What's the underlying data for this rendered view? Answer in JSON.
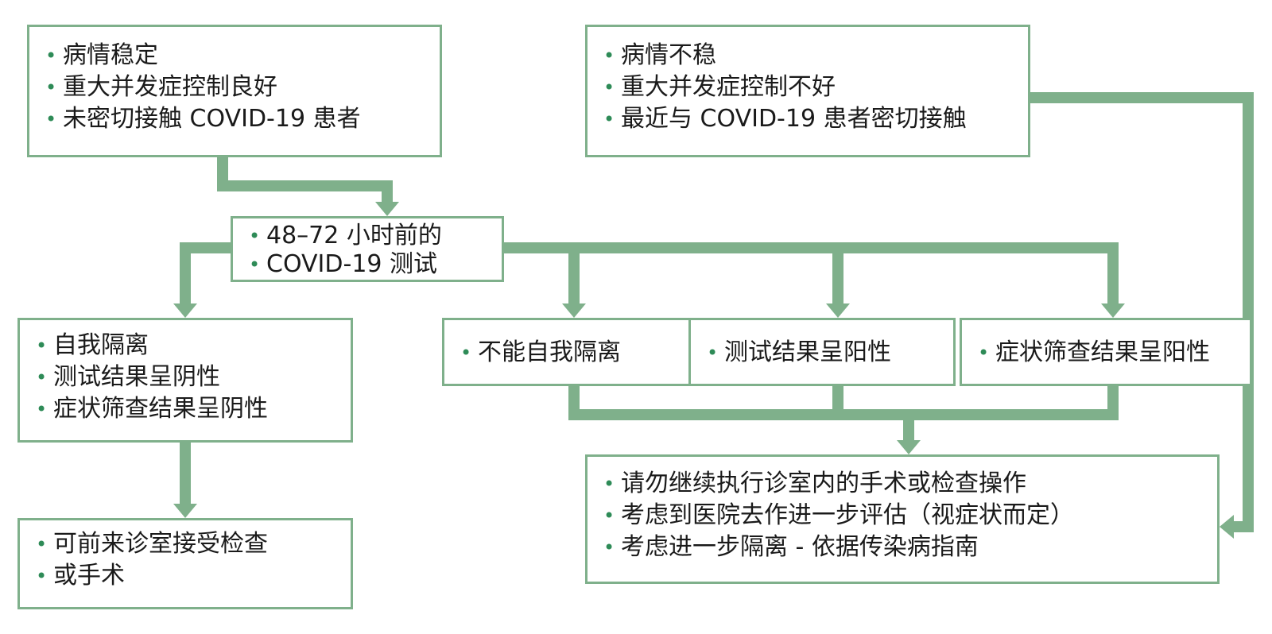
{
  "colors": {
    "accent": "#7fb08b",
    "bullet": "#2e8b57",
    "text": "#1a1a1a"
  },
  "boxes": {
    "stable": [
      "病情稳定",
      "重大并发症控制良好",
      "未密切接触 COVID-19 患者"
    ],
    "unstable": [
      "病情不稳",
      "重大并发症控制不好",
      "最近与 COVID-19 患者密切接触"
    ],
    "test": [
      "48–72 小时前的",
      "COVID-19 测试"
    ],
    "negative": [
      "自我隔离",
      "测试结果呈阴性",
      "症状筛查结果呈阴性"
    ],
    "cannot_isolate": [
      "不能自我隔离"
    ],
    "test_positive": [
      "测试结果呈阳性"
    ],
    "symptom_positive": [
      "症状筛查结果呈阳性"
    ],
    "proceed": [
      "可前来诊室接受检查",
      "或手术"
    ],
    "refer": [
      "请勿继续执行诊室内的手术或检查操作",
      "考虑到医院去作进一步评估（视症状而定）",
      "考虑进一步隔离 - 依据传染病指南"
    ]
  }
}
